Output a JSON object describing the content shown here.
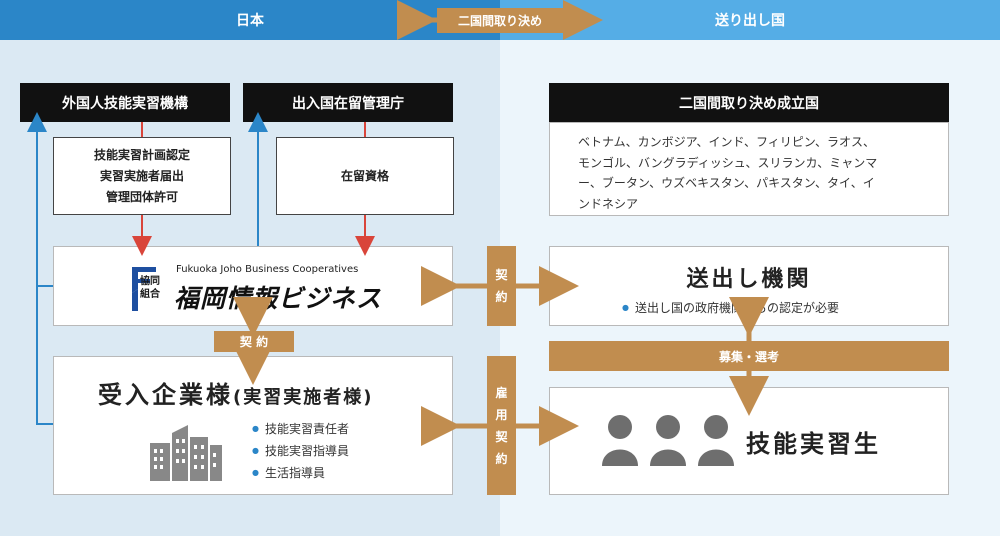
{
  "header": {
    "left": "日本",
    "right": "送り出し国",
    "center_label": "二国間取り決め"
  },
  "orgs": {
    "otit": "外国人技能実習機構",
    "immigration": "出入国在留管理庁",
    "bilateral_title": "二国間取り決め成立国"
  },
  "otit_box": {
    "lines": [
      "技能実習計画認定",
      "実習実施者届出",
      "管理団体許可"
    ]
  },
  "immigration_box": {
    "label": "在留資格"
  },
  "countries": {
    "lines": [
      "ベトナム、カンボジア、インド、フィリピン、ラオス、",
      "モンゴル、バングラディッシュ、スリランカ、ミャンマ",
      "ー、ブータン、ウズベキスタン、パキスタン、タイ、イ",
      "ンドネシア"
    ]
  },
  "cooperative": {
    "english": "Fukuoka Joho Business Cooperatives",
    "logo_mark_top": "協同",
    "logo_mark_bottom": "組合",
    "name": "福岡情報ビジネス"
  },
  "sending_org": {
    "title": "送出し機関",
    "note": "送出し国の政府機関からの認定が必要"
  },
  "host_company": {
    "title_main": "受入企業様",
    "title_sub": "(実習実施者様)",
    "roles": [
      "技能実習責任者",
      "技能実習指導員",
      "生活指導員"
    ]
  },
  "trainee": {
    "title": "技能実習生"
  },
  "labels": {
    "contract_vertical": [
      "契",
      "約"
    ],
    "contract_horizontal": "契 約",
    "employment_contract_vertical": [
      "雇",
      "用",
      "契",
      "約"
    ],
    "recruitment": "募集・選考"
  },
  "colors": {
    "blue": "#2b86c8",
    "light_blue": "#55ade6",
    "red": "#d9453a",
    "brown": "#c18d4f",
    "gray": "#6e6e6e"
  }
}
